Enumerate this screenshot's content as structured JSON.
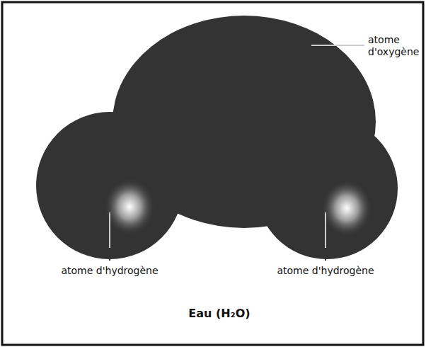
{
  "diagram": {
    "caption": "Eau (H₂O)",
    "labels": [
      "atome d'oxygène",
      "atome d'hydrogène",
      "atome d'hydrogène"
    ]
  }
}
